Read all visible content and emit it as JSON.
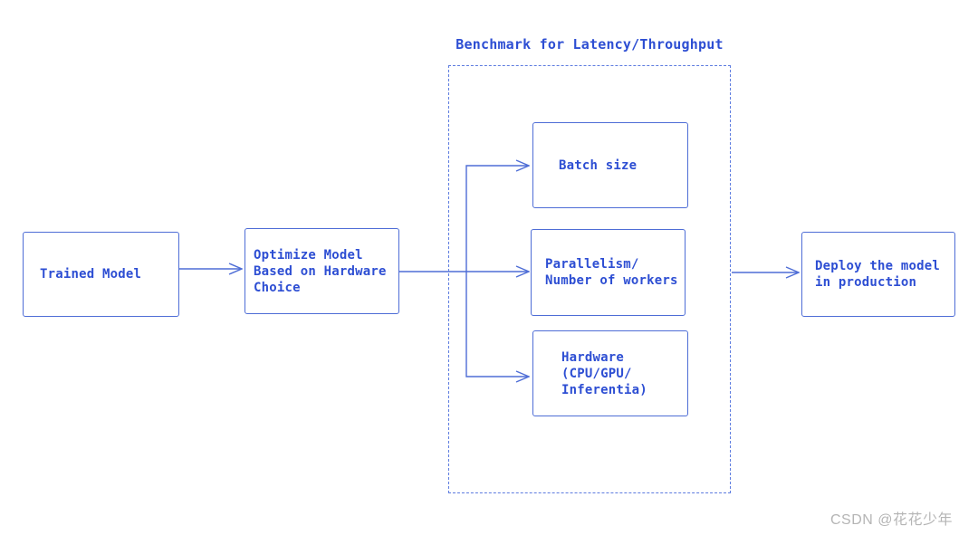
{
  "diagram": {
    "title": "Benchmark for Latency/Throughput",
    "nodes": {
      "trained": {
        "label": "Trained Model"
      },
      "optimize": {
        "label": "Optimize Model\nBased on Hardware\nChoice"
      },
      "batch": {
        "label": "Batch size"
      },
      "parallel": {
        "label": "Parallelism/\nNumber of workers"
      },
      "hardware": {
        "label": "Hardware\n(CPU/GPU/\nInferentia)"
      },
      "deploy": {
        "label": "Deploy the model\nin production"
      }
    },
    "group": {
      "title": "Benchmark for Latency/Throughput",
      "children": [
        "Batch size",
        "Parallelism/Number of workers",
        "Hardware (CPU/GPU/Inferentia)"
      ]
    },
    "edges": [
      {
        "from": "Trained Model",
        "to": "Optimize Model Based on Hardware Choice"
      },
      {
        "from": "Optimize Model Based on Hardware Choice",
        "to": "Batch size"
      },
      {
        "from": "Optimize Model Based on Hardware Choice",
        "to": "Parallelism/Number of workers"
      },
      {
        "from": "Optimize Model Based on Hardware Choice",
        "to": "Hardware (CPU/GPU/Inferentia)"
      },
      {
        "from": "Benchmark for Latency/Throughput",
        "to": "Deploy the model in production"
      }
    ],
    "colors": {
      "text": "#2d4ed3",
      "stroke": "#4e6dd6",
      "dashed_border": "#5d7ce0",
      "background": "#ffffff",
      "watermark": "#b5b5b5"
    }
  },
  "watermark": {
    "text": "CSDN @花花少年"
  }
}
